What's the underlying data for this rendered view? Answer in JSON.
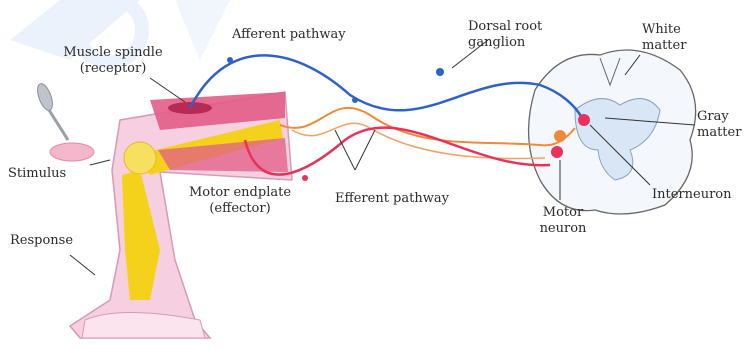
{
  "labels": {
    "afferent_pathway": "Afferent pathway",
    "muscle_spindle": "Muscle spindle",
    "receptor": "(receptor)",
    "dorsal_root": "Dorsal root",
    "ganglion": "ganglion",
    "white": "White",
    "matter_white": "matter",
    "gray": "Gray",
    "matter_gray": "matter",
    "stimulus": "Stimulus",
    "response": "Response",
    "motor_endplate": "Motor endplate",
    "effector": "(effector)",
    "efferent_pathway": "Efferent pathway",
    "motor": "Motor",
    "neuron": "neuron",
    "interneuron": "Interneuron"
  },
  "colors": {
    "afferent": "#2f62c8",
    "efferent": "#e8325a",
    "interneuron": "#f08a3a",
    "leg_skin": "#f2c4d8",
    "bone": "#f4d21c",
    "muscle": "#d83a6a",
    "cord_outline": "#555555",
    "gray_matter": "#d9e6f6",
    "watermark": "#cfe0f7"
  }
}
